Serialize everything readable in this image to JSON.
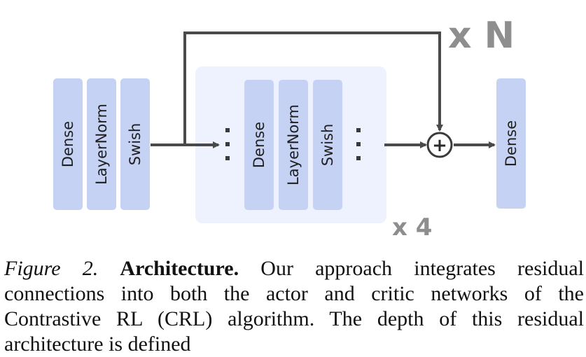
{
  "colors": {
    "block": "#c5d2f4",
    "residual_panel": "#edf2fe",
    "arrow": "#4a4a4a",
    "repeat_label": "#8e8e8e"
  },
  "diagram": {
    "outer_blocks": [
      "Dense",
      "LayerNorm",
      "Swish"
    ],
    "inner_blocks": [
      "Dense",
      "LayerNorm",
      "Swish"
    ],
    "output_block": "Dense",
    "repeat_outer": "x N",
    "repeat_inner": "x 4",
    "add_symbol": "+",
    "ellipsis": "⋮"
  },
  "caption": {
    "label": "Figure 2.",
    "title": "Architecture.",
    "text": "Our approach integrates residual connections into both the actor and critic networks of the Contrastive RL (CRL) algorithm. The depth of this residual architecture is defined"
  }
}
